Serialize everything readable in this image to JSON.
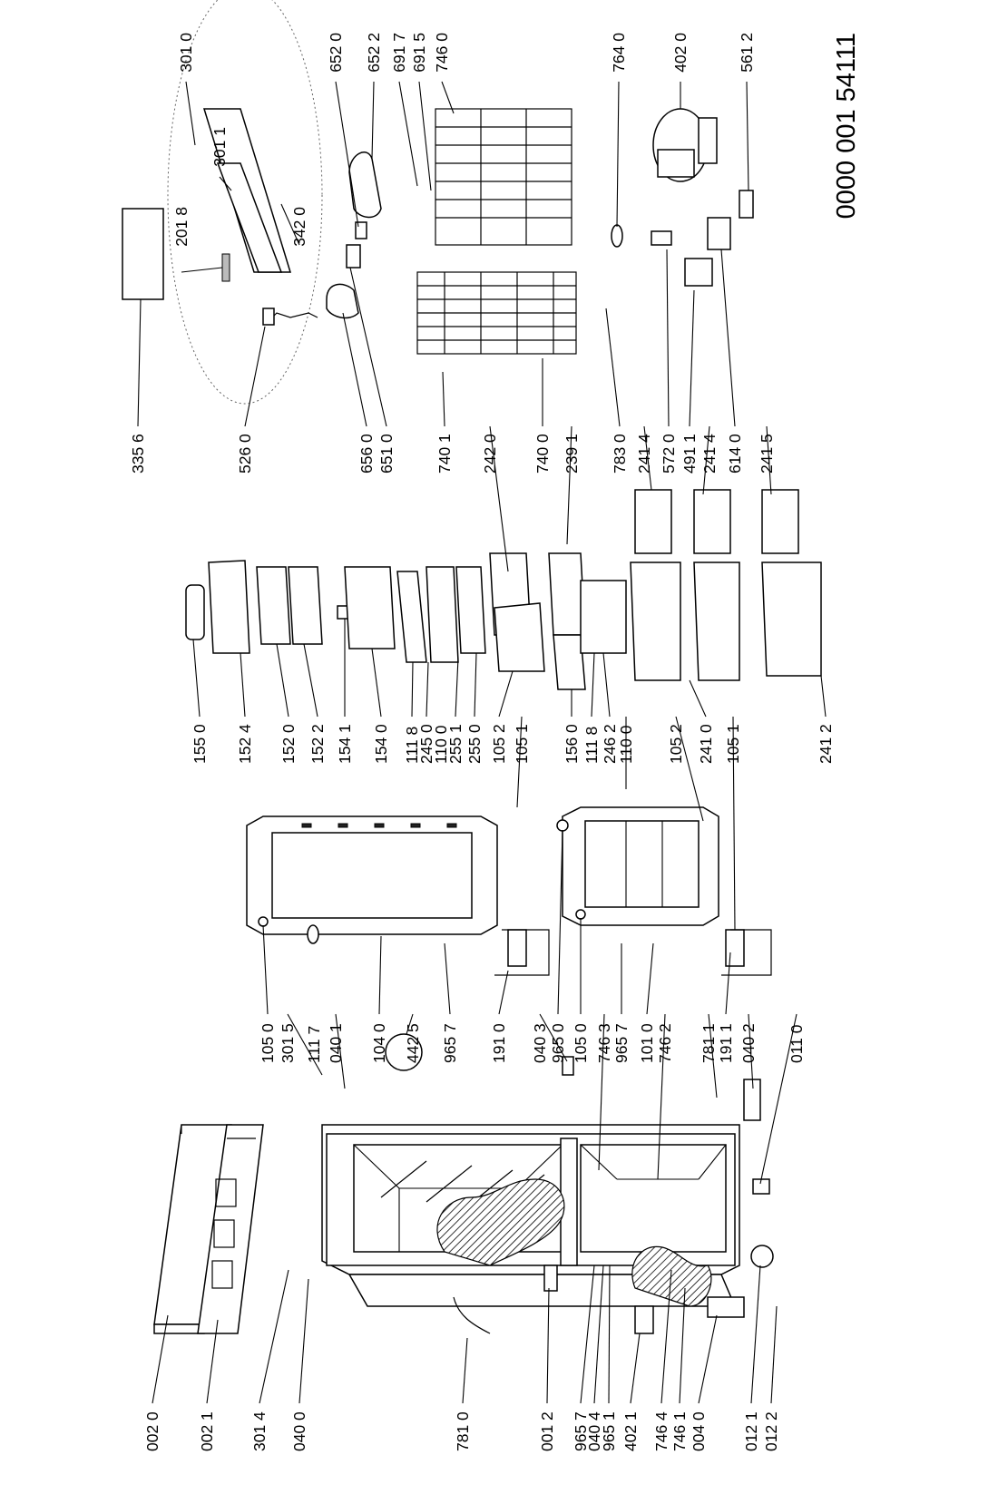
{
  "document_code": "0000 001 54111",
  "labels": {
    "l0020": "002 0",
    "l0021": "002 1",
    "l3014": "301 4",
    "l0400": "040 0",
    "l7810": "781 0",
    "l0012": "001 2",
    "l9657a": "965 7",
    "l0404": "040 4",
    "l9651": "965 1",
    "l4021": "402 1",
    "l7464": "746 4",
    "l7461": "746 1",
    "l0040": "004 0",
    "l0121": "012 1",
    "l0122": "012 2",
    "l1050a": "105 0",
    "l3015": "301 5",
    "l1117": "111 7",
    "l0401": "040 1",
    "l1040": "104 0",
    "l4425": "442 5",
    "l9657b": "965 7",
    "l1910": "191 0",
    "l0403": "040 3",
    "l9650": "965 0",
    "l1050b": "105 0",
    "l7463": "746 3",
    "l9657c": "965 7",
    "l1010": "101 0",
    "l7462": "746 2",
    "l7811": "781 1",
    "l1911": "191 1",
    "l0402": "040 2",
    "l0110": "011 0",
    "l1550": "155 0",
    "l1524": "152 4",
    "l1520": "152 0",
    "l1522": "152 2",
    "l1541": "154 1",
    "l1540": "154 0",
    "l1118a": "111 8",
    "l2450": "245 0",
    "l1100a": "110 0",
    "l2551": "255 1",
    "l2550": "255 0",
    "l1052a": "105 2",
    "l1051a": "105 1",
    "l1560": "156 0",
    "l1118b": "111 8",
    "l2462": "246 2",
    "l1100b": "110 0",
    "l1052b": "105 2",
    "l2410": "241 0",
    "l1051b": "105 1",
    "l2412": "241 2",
    "l3356": "335 6",
    "l5260": "526 0",
    "l6560": "656 0",
    "l6510": "651 0",
    "l7401": "740 1",
    "l2420": "242 0",
    "l7400": "740 0",
    "l2391": "239 1",
    "l7830": "783 0",
    "l2414a": "241 4",
    "l5720": "572 0",
    "l4911": "491 1",
    "l2414b": "241 4",
    "l6140": "614 0",
    "l2415": "241 5",
    "l3010": "301 0",
    "l3011": "301 1",
    "l2018": "201 8",
    "l3420": "342 0",
    "l6520": "652 0",
    "l6522": "652 2",
    "l6917": "691 7",
    "l6915": "691 5",
    "l7460": "746 0",
    "l7640": "764 0",
    "l4020": "402 0",
    "l5612": "561 2"
  }
}
